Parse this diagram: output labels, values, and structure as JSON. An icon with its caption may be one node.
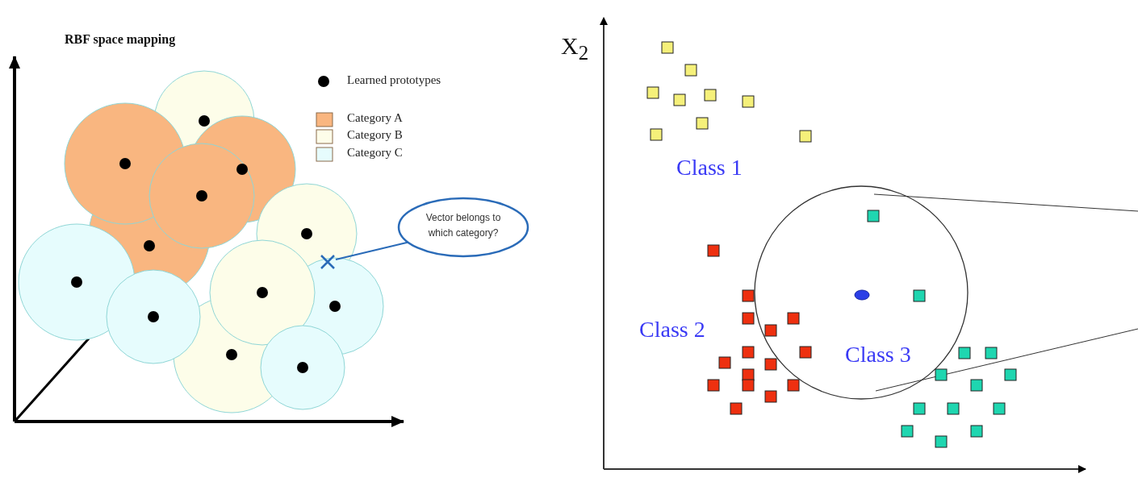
{
  "diagram": {
    "nodes": [
      {
        "text": [
          "Vector belongs to which category?"
        ]
      },
      {
        "text": [],
        "shape": "cross"
      }
    ],
    "edges": [
      {
        "from": 0,
        "to": 1,
        "arrow": "none"
      }
    ],
    "labels": [
      "RBF space mapping",
      "X$_{2}$",
      "Class 1",
      "Class 2",
      "Class 3"
    ],
    "legend": [
      {
        "text": "Learned prototypes"
      },
      {
        "text": "Category A",
        "color": "#f9b680"
      },
      {
        "text": "Category B",
        "color": "#fdfde9"
      },
      {
        "text": "Category C",
        "color": "#e6fcfd"
      }
    ]
  }
}
